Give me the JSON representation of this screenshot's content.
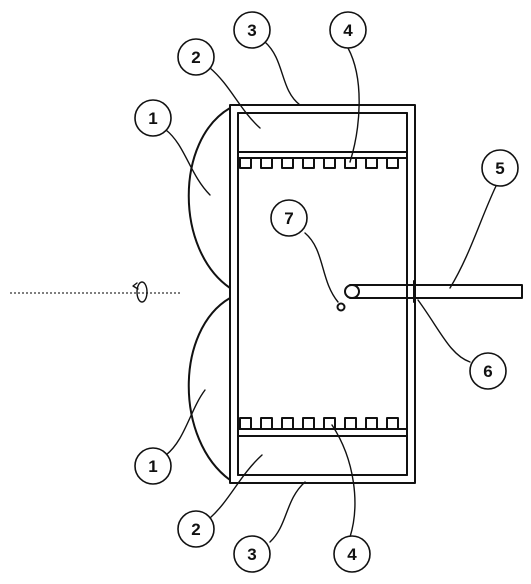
{
  "labels": {
    "l1_top": "1",
    "l1_bottom": "1",
    "l2_top": "2",
    "l2_bottom": "2",
    "l3_top": "3",
    "l3_bottom": "3",
    "l4_top": "4",
    "l4_bottom": "4",
    "l5": "5",
    "l6": "6",
    "l7": "7"
  },
  "icons": {
    "rotation": "rotation-arrow-icon"
  },
  "colors": {
    "ink": "#111111",
    "background": "#ffffff"
  }
}
